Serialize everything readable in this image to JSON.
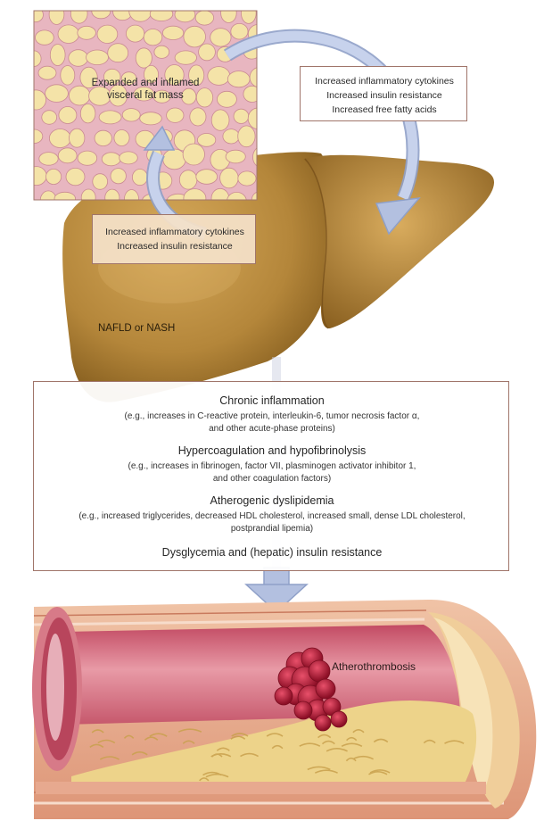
{
  "colors": {
    "liver": "#b88a3c",
    "liver_dark": "#7a5418",
    "fat_cell": "#f4e3a8",
    "fat_background": "#e8b6c0",
    "arrow": "#a9b7d8",
    "box_border": "#a0756a",
    "box_fill": "#f4e1c8",
    "vessel_wall": "#e7a98f",
    "lumen": "#d46a7c",
    "plaque": "#edd38a",
    "thrombus": "#c41e3a"
  },
  "fat": {
    "label_line1": "Expanded and inflamed",
    "label_line2": "visceral fat mass"
  },
  "fat_to_liver_box": {
    "line1": "Increased inflammatory cytokines",
    "line2": "Increased insulin resistance",
    "line3": "Increased free fatty acids"
  },
  "liver_to_fat_box": {
    "line1": "Increased inflammatory cytokines",
    "line2": "Increased insulin resistance"
  },
  "liver": {
    "label": "NAFLD or NASH"
  },
  "effects": {
    "chronic_inflammation": {
      "title": "Chronic inflammation",
      "detail1": "(e.g., increases in C-reactive protein, interleukin-6, tumor necrosis factor α,",
      "detail2": "and other acute-phase proteins)"
    },
    "hypercoagulation": {
      "title": "Hypercoagulation and hypofibrinolysis",
      "detail1": "(e.g., increases in fibrinogen, factor VII, plasminogen activator inhibitor 1,",
      "detail2": "and other coagulation factors)"
    },
    "dyslipidemia": {
      "title": "Atherogenic dyslipidemia",
      "detail1": "(e.g., increased triglycerides, decreased HDL cholesterol, increased small, dense LDL cholesterol,",
      "detail2": "postprandial lipemia)"
    },
    "dysglycemia": {
      "title": "Dysglycemia and (hepatic) insulin resistance"
    }
  },
  "vessel": {
    "label": "Atherothrombosis"
  }
}
